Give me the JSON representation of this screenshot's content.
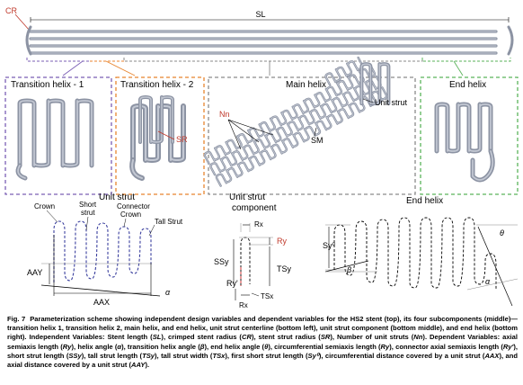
{
  "labels": {
    "cr": "CR",
    "sl": "SL",
    "transition1": "Transition helix - 1",
    "transition2": "Transition helix - 2",
    "main_helix": "Main helix",
    "end_helix": "End helix",
    "sr": "SR",
    "nn": "Nn",
    "unit_strut_main": "Unit strut",
    "sm": "SM"
  },
  "bottom": {
    "unit_strut": {
      "title": "Unit strut",
      "crown": "Crown",
      "short_strut_1": "Short",
      "short_strut_2": "strut",
      "connector_crown_1": "Connector",
      "connector_crown_2": "Crown",
      "tall_strut": "Tall Strut",
      "aay": "AAY",
      "aax": "AAX",
      "alpha": "α"
    },
    "component": {
      "title_1": "Unit strut",
      "title_2": "component",
      "rx_top": "Rx",
      "ry": "Ry",
      "ssy": "SSy",
      "tsy": "TSy",
      "ry_prime": "Ry'",
      "rx_bottom": "Rx",
      "tsx": "TSx"
    },
    "end_helix": {
      "title": "End helix",
      "sy0": "Sy⁰",
      "theta": "θ",
      "beta": "β",
      "alpha": "α"
    }
  },
  "caption": {
    "fig_label": "Fig. 7",
    "segments": [
      {
        "t": "Parameterization scheme showing independent design variables and dependent variables for the HS2 stent (top), its four subcomponents (middle)—transition helix 1, transition helix 2, main helix, and end helix, unit strut centerline (bottom left), unit strut component (bottom middle), and end helix (bottom right). Independent Variables: Stent length (",
        "b": true
      },
      {
        "t": "SL",
        "b": true,
        "i": true
      },
      {
        "t": "), crimped stent radius (",
        "b": true
      },
      {
        "t": "CR",
        "b": true,
        "i": true
      },
      {
        "t": "), stent strut radius (",
        "b": true
      },
      {
        "t": "SR",
        "b": true,
        "i": true
      },
      {
        "t": "), Number of unit struts (",
        "b": true
      },
      {
        "t": "Nn",
        "b": true,
        "i": true
      },
      {
        "t": "). Dependent Variables: axial semiaxis length (",
        "b": true
      },
      {
        "t": "Ry",
        "b": true,
        "i": true
      },
      {
        "t": "), helix angle (",
        "b": true
      },
      {
        "t": "α",
        "b": true,
        "i": true
      },
      {
        "t": "), transition helix angle (",
        "b": true
      },
      {
        "t": "β",
        "b": true,
        "i": true
      },
      {
        "t": "), end helix angle (",
        "b": true
      },
      {
        "t": "θ",
        "b": true,
        "i": true
      },
      {
        "t": "), circumferential semiaxis length (",
        "b": true
      },
      {
        "t": "Ry",
        "b": true,
        "i": true
      },
      {
        "t": "), connector axial semiaxis length (",
        "b": true
      },
      {
        "t": "Ry'",
        "b": true,
        "i": true
      },
      {
        "t": "), short strut length (",
        "b": true
      },
      {
        "t": "SSy",
        "b": true,
        "i": true
      },
      {
        "t": "), tall strut length (",
        "b": true
      },
      {
        "t": "TSy",
        "b": true,
        "i": true
      },
      {
        "t": "), tall strut width (",
        "b": true
      },
      {
        "t": "TSx",
        "b": true,
        "i": true
      },
      {
        "t": "), first short strut length (",
        "b": true
      },
      {
        "t": "Sy⁰",
        "b": true,
        "i": true
      },
      {
        "t": "), circumferential distance covered by a unit strut (",
        "b": true
      },
      {
        "t": "AAX",
        "b": true,
        "i": true
      },
      {
        "t": "), and axial distance covered by a unit strut (",
        "b": true
      },
      {
        "t": "AAY",
        "b": true,
        "i": true
      },
      {
        "t": ").",
        "b": true
      }
    ]
  },
  "colors": {
    "transition1_border": "#7b5fb5",
    "transition2_border": "#e8852f",
    "main_border": "#8a8a8a",
    "end_border": "#5ab35a",
    "stent_gray": "#8c93a3",
    "annotation_red": "#c0392b",
    "centerline_blue": "#3a3f9e"
  }
}
